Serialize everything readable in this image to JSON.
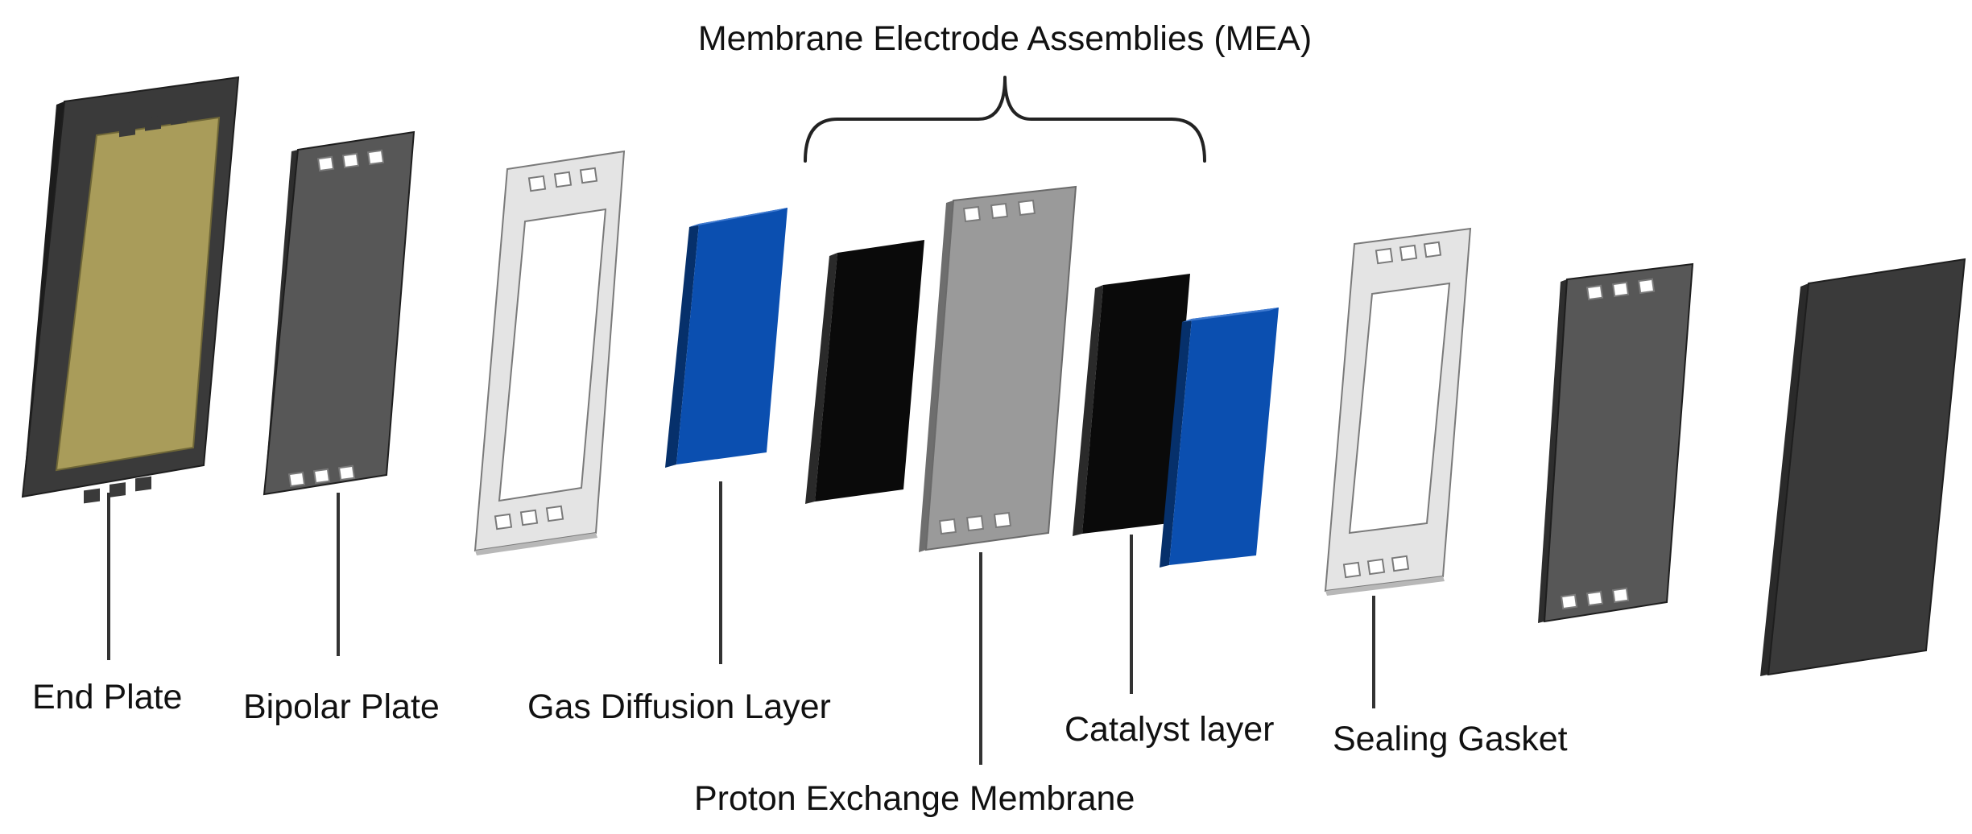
{
  "diagram": {
    "mea_label": "Membrane Electrode Assemblies (MEA)",
    "labels": {
      "end_plate": "End Plate",
      "bipolar_plate": "Bipolar Plate",
      "gas_diffusion_layer": "Gas Diffusion Layer",
      "proton_exchange_membrane": "Proton Exchange Membrane",
      "catalyst_layer": "Catalyst layer",
      "sealing_gasket": "Sealing Gasket"
    },
    "colors": {
      "end_plate_frame": "#3a3a3a",
      "end_plate_insert": "#a99c5a",
      "bipolar_plate": "#575757",
      "gasket": "#e4e4e4",
      "gas_diffusion_layer": "#0b4fb0",
      "catalyst_layer": "#0a0a0a",
      "membrane": "#9a9a9a"
    }
  }
}
